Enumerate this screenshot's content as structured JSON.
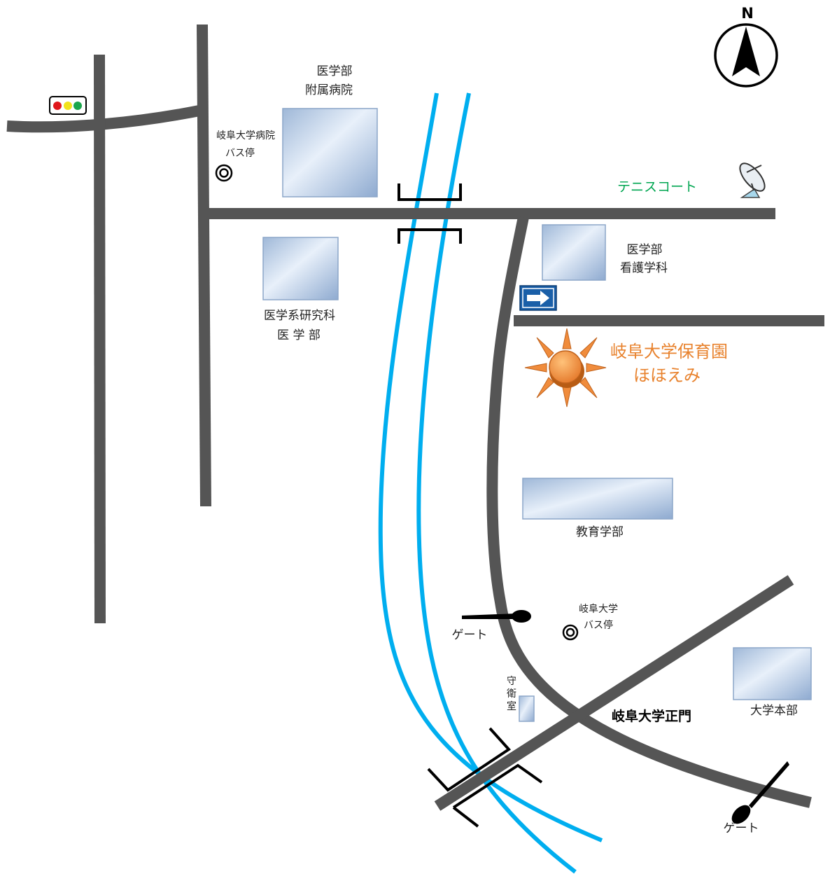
{
  "compass": {
    "letter": "N"
  },
  "labels": {
    "hospital_line1": "医学部",
    "hospital_line2": "附属病院",
    "hospital_bus_line1": "岐阜大学病院",
    "hospital_bus_line2": "バス停",
    "tennis": "テニスコート",
    "nursing_line1": "医学部",
    "nursing_line2": "看護学科",
    "medgrad_line1": "医学系研究科",
    "medgrad_line2": "医 学 部",
    "nursery_line1": "岐阜大学保育園",
    "nursery_line2": "ほほえみ",
    "education": "教育学部",
    "univ_bus_line1": "岐阜大学",
    "univ_bus_line2": "バス停",
    "gate_left": "ゲート",
    "guard_c1": "守",
    "guard_c2": "衛",
    "guard_c3": "室",
    "main_gate": "岐阜大学正門",
    "headquarters": "大学本部",
    "gate_right": "ゲート"
  },
  "colors": {
    "road": "#555555",
    "river": "#00aeef",
    "tennis_text": "#00a651",
    "nursery_text": "#e8822d",
    "sun": "#f08c3c",
    "arrow_sign": "#1a5fa8"
  }
}
